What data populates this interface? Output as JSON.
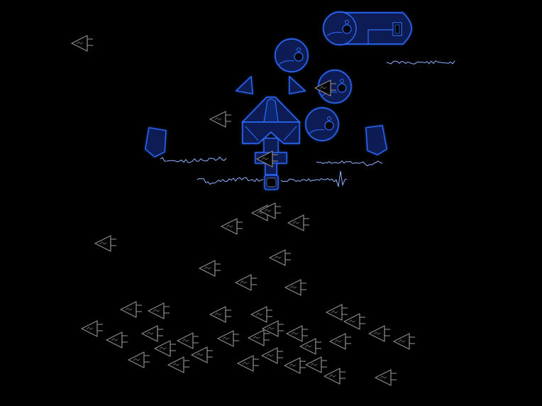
{
  "colors": {
    "background": "#000000",
    "boss_fill": "#0a1f55",
    "boss_stroke": "#2d6bff",
    "boss_inner": "#1a3fb0",
    "wave": "#8fb2ff",
    "enemy_stroke": "#8a8a8a",
    "enemy_fill": "#050505"
  },
  "scene": {
    "boss": {
      "name": "mothership",
      "parts": [
        "core-ship",
        "left-wing-pod",
        "right-wing-pod",
        "upper-left-fin",
        "upper-right-fin",
        "orb-turret-1",
        "orb-turret-2",
        "orb-turret-3",
        "orb-turret-4",
        "cannon-module",
        "engine-exhaust"
      ],
      "orb_turret_count": 4
    },
    "enemies": {
      "type": "arrowhead-fighter",
      "count": 41
    }
  }
}
